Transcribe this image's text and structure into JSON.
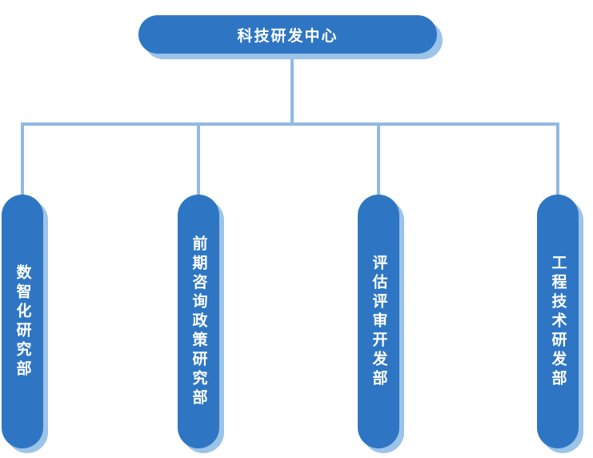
{
  "chart": {
    "type": "org-chart",
    "root": {
      "label": "科技研发中心"
    },
    "departments": [
      {
        "label": "数智化研究部"
      },
      {
        "label": "前期咨询政策研究部"
      },
      {
        "label": "评估评审开发部"
      },
      {
        "label": "工程技术研发部"
      }
    ],
    "colors": {
      "node_fill": "#2e76c3",
      "node_shadow": "#9cc3e8",
      "connector": "#90b9e4",
      "text": "#ffffff",
      "background": "#ffffff"
    }
  }
}
